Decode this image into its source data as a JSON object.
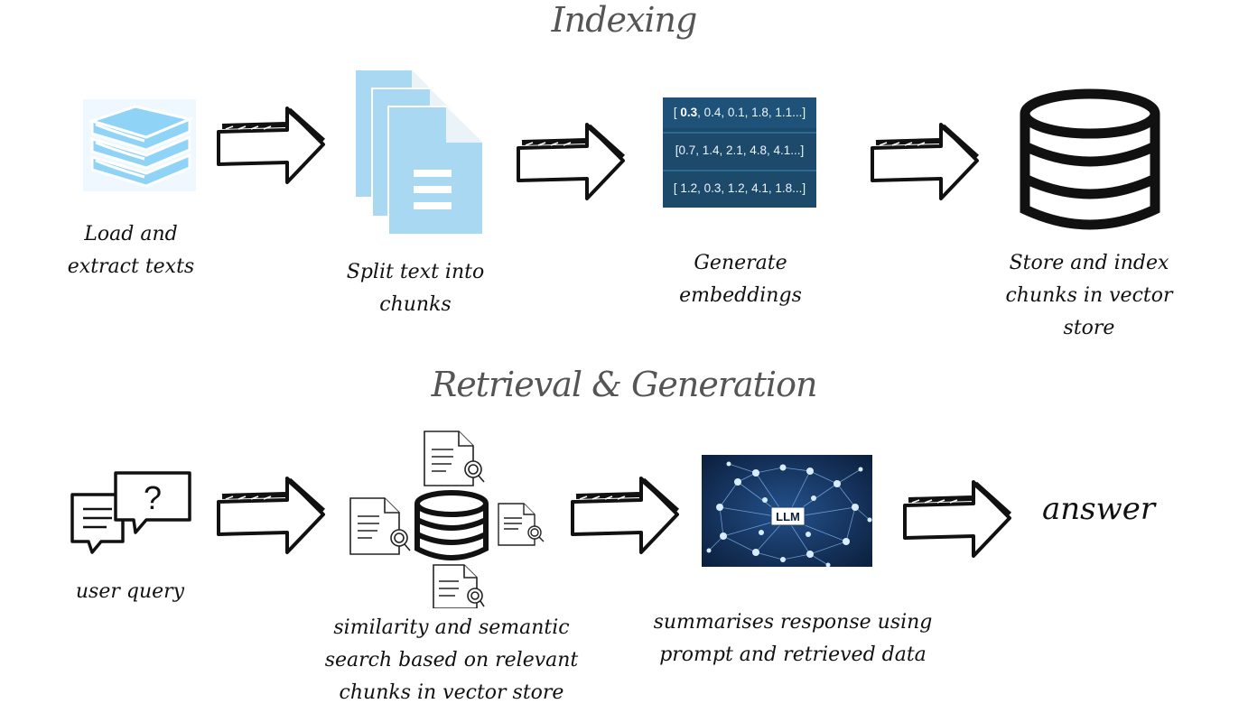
{
  "headings": {
    "indexing": "Indexing",
    "retrieval": "Retrieval & Generation"
  },
  "indexing_steps": [
    {
      "icon": "books-icon",
      "lines": [
        "Load and",
        "extract texts"
      ]
    },
    {
      "icon": "documents-icon",
      "lines": [
        "Split text into",
        "chunks"
      ]
    },
    {
      "icon": "embedding-matrix-icon",
      "lines": [
        "Generate",
        "embeddings"
      ]
    },
    {
      "icon": "database-icon",
      "lines": [
        "Store and index",
        "chunks in vector",
        "store"
      ]
    }
  ],
  "embeddings": {
    "row1_bold": "0.3",
    "row1_rest": ", 0.4, 0.1, 1.8, 1.1...]",
    "row1_open": "[ ",
    "row2": "[0.7, 1.4, 2.1, 4.8, 4.1...]",
    "row3": "[ 1.2, 0.3, 1.2, 4.1, 1.8...]"
  },
  "retrieval_steps": [
    {
      "icon": "chat-question-icon",
      "lines": [
        "user query"
      ]
    },
    {
      "icon": "database-search-icon",
      "lines": [
        "similarity and semantic",
        "search based on relevant",
        "chunks in vector store"
      ]
    },
    {
      "icon": "llm-network-icon",
      "lines": [
        "summarises response using",
        "prompt and retrieved data"
      ]
    }
  ],
  "llm_label": "LLM",
  "answer": "answer",
  "colors": {
    "heading": "#555555",
    "doc_blue": "#a9d9f2",
    "book_blue": "#8fd3f7",
    "embedding_bg": "#1d4a6b",
    "llm_bg": "#0f2a4e"
  }
}
